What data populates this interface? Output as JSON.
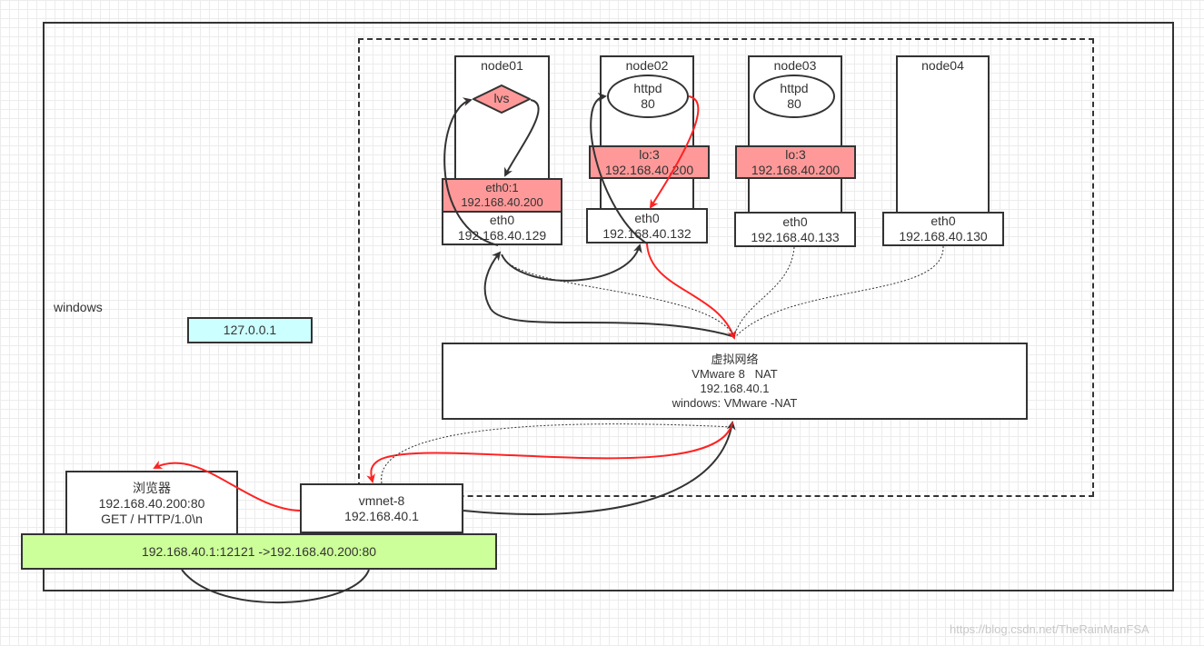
{
  "outer": {
    "label": "windows"
  },
  "loopback": {
    "text": "127.0.0.1"
  },
  "nodes": [
    {
      "name": "node01",
      "iface_top": "eth0:1",
      "iface_top_ip": "192.168.40.200",
      "eth": "eth0",
      "eth_ip": "192.168.40.129",
      "service": "lvs"
    },
    {
      "name": "node02",
      "iface_top": "lo:3",
      "iface_top_ip": "192.168.40.200",
      "eth": "eth0",
      "eth_ip": "192.168.40.132",
      "service": "httpd",
      "port": "80"
    },
    {
      "name": "node03",
      "iface_top": "lo:3",
      "iface_top_ip": "192.168.40.200",
      "eth": "eth0",
      "eth_ip": "192.168.40.133",
      "service": "httpd",
      "port": "80"
    },
    {
      "name": "node04",
      "eth": "eth0",
      "eth_ip": "192.168.40.130"
    }
  ],
  "nat": {
    "line1": "虚拟网络",
    "line2": "VMware 8   NAT",
    "line3": "192.168.40.1",
    "line4": "windows: VMware -NAT"
  },
  "browser": {
    "line1": "浏览器",
    "line2": "192.168.40.200:80",
    "line3": "GET / HTTP/1.0\\n"
  },
  "vmnet": {
    "line1": "vmnet-8",
    "line2": "192.168.40.1"
  },
  "connection": {
    "text": "192.168.40.1:12121 ->192.168.40.200:80"
  },
  "watermark": "https://blog.csdn.net/TheRainManFSA",
  "colors": {
    "pink": "#ff9999",
    "cyan": "#ccffff",
    "green": "#ccff99",
    "red_arrow": "#ff2222",
    "dark_arrow": "#333333"
  }
}
